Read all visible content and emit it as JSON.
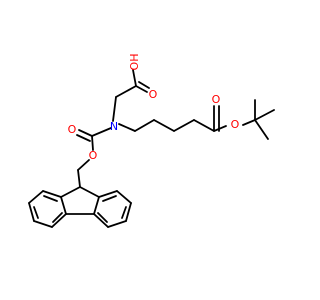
{
  "molecule": {
    "atom_labels": {
      "hydroxyl": "OH",
      "acid_carbonyl_o": "O",
      "nitrogen": "N",
      "carbamate_carbonyl_o": "O",
      "carbamate_ether_o": "O",
      "ester_carbonyl_o": "O",
      "ester_ether_o": "O"
    }
  },
  "colors": {
    "bond": "#000000",
    "oxygen": "#ff0000",
    "nitrogen": "#0000ff"
  }
}
